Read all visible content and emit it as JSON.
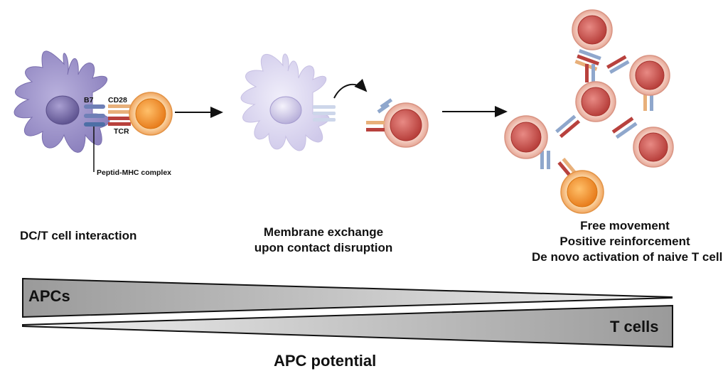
{
  "stage1": {
    "caption": "DC/T cell interaction",
    "labels": {
      "b7": "B7",
      "cd28": "CD28",
      "tcr": "TCR",
      "pmhc": "Peptid-MHC complex"
    }
  },
  "stage2": {
    "caption_line1": "Membrane exchange",
    "caption_line2": "upon contact disruption"
  },
  "stage3": {
    "caption_line1": "Free movement",
    "caption_line2": "Positive reinforcement",
    "caption_line3": "De novo activation of naive T cells"
  },
  "gradient": {
    "top_label": "APCs",
    "bottom_label": "T cells",
    "title": "APC potential"
  },
  "colors": {
    "dc_body": "#9e95c9",
    "dc_faded": "#d9d4ef",
    "nucleus": "#7b6fab",
    "tcell_orange": "#f29a3e",
    "tcell_red": "#c94f4c",
    "membrane_pink": "#f2c2b5",
    "receptor_blue": "#8fa7cc",
    "receptor_red": "#b8413d",
    "receptor_tan": "#e8b07a"
  }
}
